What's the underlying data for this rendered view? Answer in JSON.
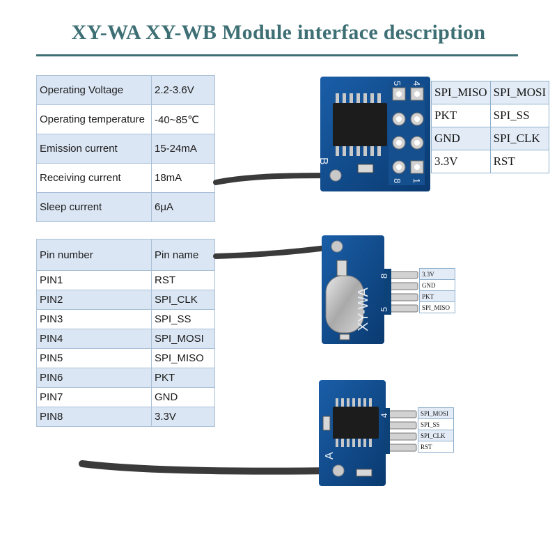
{
  "title": "XY-WA  XY-WB Module interface description",
  "specs": [
    {
      "name": "Operating Voltage",
      "value": "2.2-3.6V"
    },
    {
      "name": "Operating temperature",
      "value": "-40~85℃"
    },
    {
      "name": "Emission current",
      "value": "15-24mA"
    },
    {
      "name": "Receiving current",
      "value": "18mA"
    },
    {
      "name": "Sleep current",
      "value": "6μA"
    }
  ],
  "pins_header": {
    "number": "Pin number",
    "name": "Pin name"
  },
  "pins": [
    {
      "number": "PIN1",
      "name": "RST"
    },
    {
      "number": "PIN2",
      "name": "SPI_CLK"
    },
    {
      "number": "PIN3",
      "name": "SPI_SS"
    },
    {
      "number": "PIN4",
      "name": "SPI_MOSI"
    },
    {
      "number": "PIN5",
      "name": "SPI_MISO"
    },
    {
      "number": "PIN6",
      "name": "PKT"
    },
    {
      "number": "PIN7",
      "name": "GND"
    },
    {
      "number": "PIN8",
      "name": "3.3V"
    }
  ],
  "module_wb": {
    "silk_letter": "B",
    "silk_num_5": "5",
    "silk_num_4": "4",
    "silk_num_8": "8",
    "silk_num_1": "1",
    "labels": [
      [
        "SPI_MISO",
        "SPI_MOSI"
      ],
      [
        "PKT",
        "SPI_SS"
      ],
      [
        "GND",
        "SPI_CLK"
      ],
      [
        "3.3V",
        "RST"
      ]
    ]
  },
  "module_wa": {
    "silk_model": "XY-WA",
    "silk_num_8": "8",
    "silk_num_5": "5",
    "labels": [
      "3.3V",
      "GND",
      "PKT",
      "SPI_MISO"
    ]
  },
  "module_a": {
    "silk_letter": "A",
    "silk_num_4": "4",
    "labels": [
      "SPI_MOSI",
      "SPI_SS",
      "SPI_CLK",
      "RST"
    ]
  },
  "colors": {
    "title": "#3d6f74",
    "pcb": "#0f4a8a",
    "table_stripe": "#dbe6f4",
    "antenna": "#3a3a3a"
  }
}
